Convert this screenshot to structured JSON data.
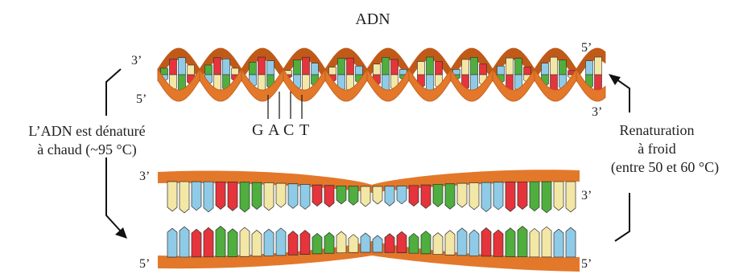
{
  "title": "ADN",
  "ends": {
    "helix_top_left": "3’",
    "helix_top_right": "5’",
    "helix_bottom_left": "5’",
    "helix_bottom_right": "3’",
    "strand1_left": "3’",
    "strand1_right": "3’",
    "strand2_left": "5’",
    "strand2_right": "5’"
  },
  "bases": [
    "G",
    "A",
    "C",
    "T"
  ],
  "denaturation": {
    "line1": "L’ADN est dénaturé",
    "line2": "à chaud (~95 °C)"
  },
  "renaturation": {
    "line1": "Renaturation",
    "line2": "à froid",
    "line3": "(entre 50 et 60 °C)"
  },
  "colors": {
    "backbone": "#e3782a",
    "backbone_dark": "#c05a18",
    "base_green": "#4fae3e",
    "base_red": "#e5343b",
    "base_blue": "#8fcbe6",
    "base_cream": "#f3e7a6",
    "outline": "#2b2b2b",
    "arrow": "#111111"
  }
}
